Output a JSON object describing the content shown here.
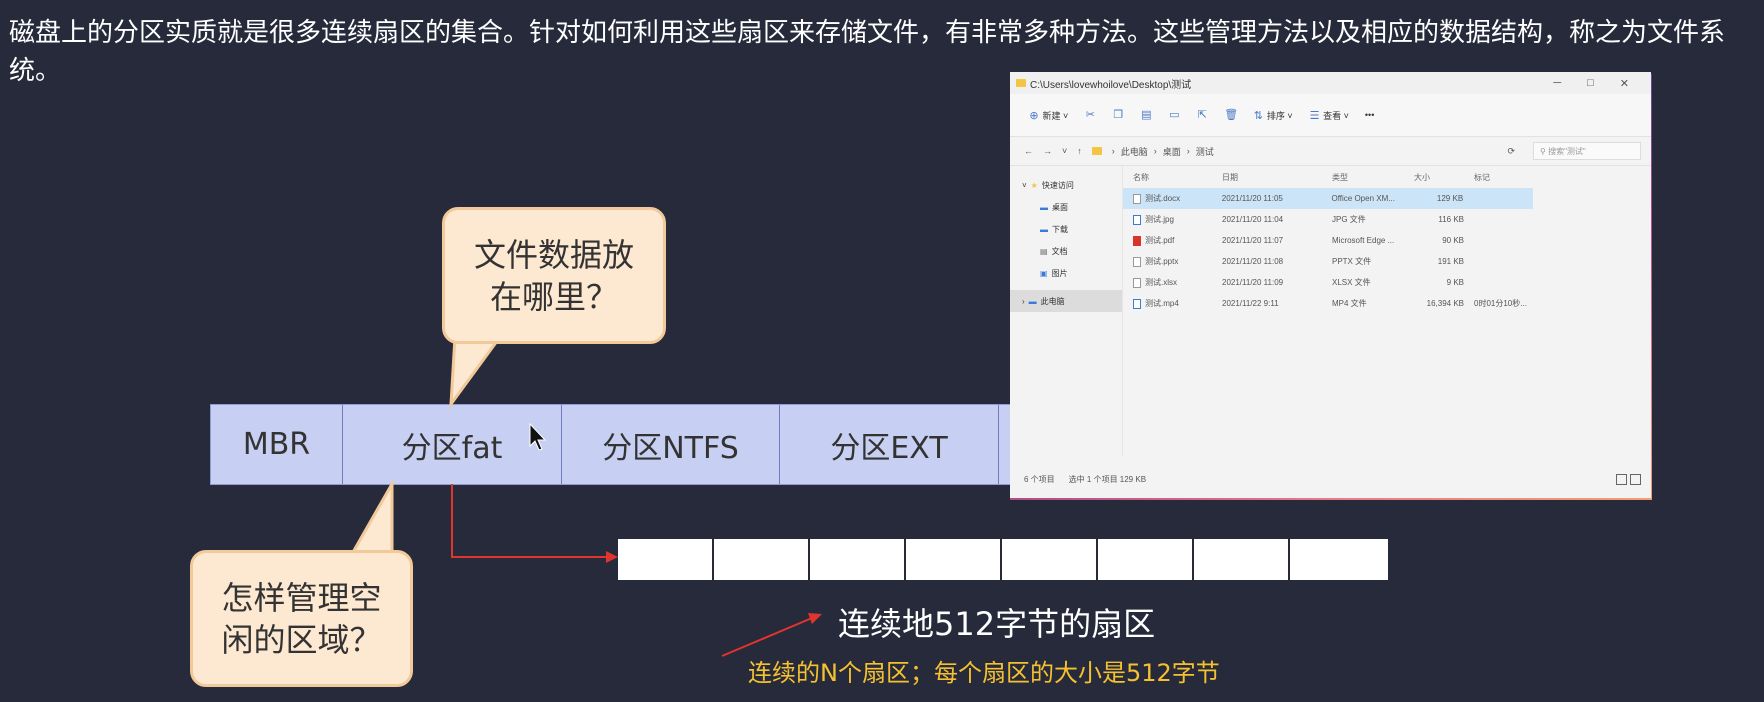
{
  "intro_text": "磁盘上的分区实质就是很多连续扇区的集合。针对如何利用这些扇区来存储文件，有非常多种方法。这些管理方法以及相应的数据结构，称之为文件系统。",
  "partitions": [
    "MBR",
    "分区fat",
    "分区NTFS",
    "分区EXT"
  ],
  "bubble_top": "文件数据放在哪里？",
  "bubble_bottom": "怎样管理空闲的区域？",
  "sector_label": "连续地512字节的扇区",
  "annotation": "连续的N个扇区；每个扇区的大小是512字节",
  "annotation_color": "#f5c12e",
  "arrow_color": "#e0342f",
  "explorer": {
    "path": "C:\\Users\\lovewhoilove\\Desktop\\测试",
    "window_controls": [
      "─",
      "□",
      "✕"
    ],
    "toolbar": {
      "new": "新建",
      "sort": "排序",
      "view": "查看",
      "more": "•••"
    },
    "breadcrumb": [
      "此电脑",
      "桌面",
      "测试"
    ],
    "search_placeholder": "搜索\"测试\"",
    "nav": {
      "quick_access": "快速访问",
      "items": [
        "桌面",
        "下载",
        "文档",
        "图片"
      ],
      "this_pc": "此电脑"
    },
    "columns": [
      "名称",
      "日期",
      "类型",
      "大小",
      "标记"
    ],
    "files": [
      {
        "name": "测试.docx",
        "date": "2021/11/20 11:05",
        "type": "Office Open XM...",
        "size": "129 KB",
        "tag": ""
      },
      {
        "name": "测试.jpg",
        "date": "2021/11/20 11:04",
        "type": "JPG 文件",
        "size": "116 KB",
        "tag": ""
      },
      {
        "name": "测试.pdf",
        "date": "2021/11/20 11:07",
        "type": "Microsoft Edge ...",
        "size": "90 KB",
        "tag": ""
      },
      {
        "name": "测试.pptx",
        "date": "2021/11/20 11:08",
        "type": "PPTX 文件",
        "size": "191 KB",
        "tag": ""
      },
      {
        "name": "测试.xlsx",
        "date": "2021/11/20 11:09",
        "type": "XLSX 文件",
        "size": "9 KB",
        "tag": ""
      },
      {
        "name": "测试.mp4",
        "date": "2021/11/22 9:11",
        "type": "MP4 文件",
        "size": "16,394 KB",
        "tag": "0时01分10秒..."
      }
    ],
    "status": {
      "count": "6 个项目",
      "selected": "选中 1 个项目  129 KB"
    }
  }
}
